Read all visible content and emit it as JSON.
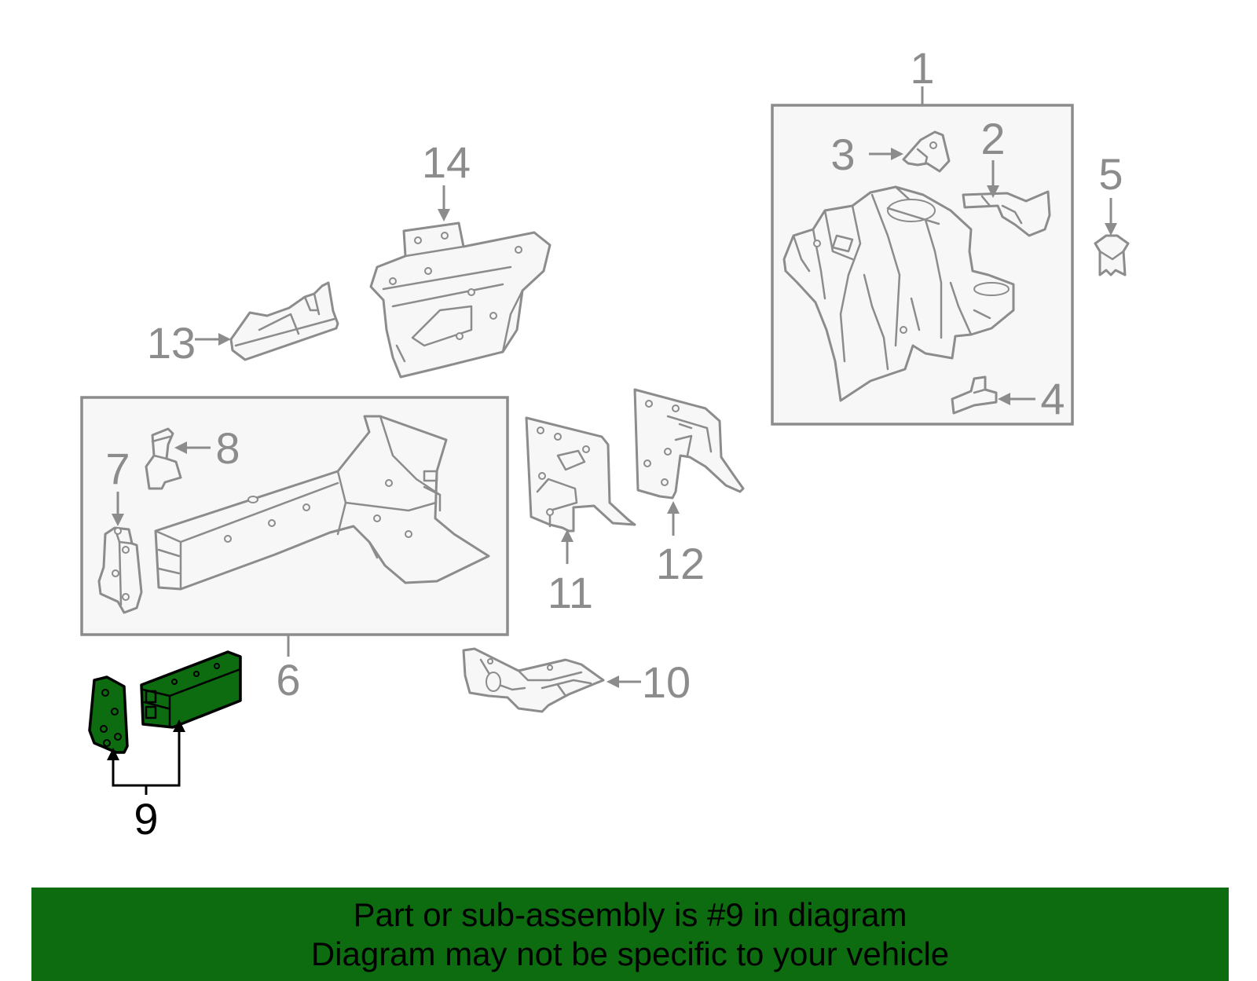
{
  "colors": {
    "line": "#8c8c8c",
    "part_fill": "#f7f7f7",
    "highlight_fill": "#0d6b10",
    "highlight_stroke": "#000000",
    "banner_bg": "#0d6b10",
    "banner_text": "#000000"
  },
  "highlighted_part": "9",
  "callouts": {
    "c1": "1",
    "c2": "2",
    "c3": "3",
    "c4": "4",
    "c5": "5",
    "c6": "6",
    "c7": "7",
    "c8": "8",
    "c9": "9",
    "c10": "10",
    "c11": "11",
    "c12": "12",
    "c13": "13",
    "c14": "14"
  },
  "banner": {
    "line1": "Part or sub-assembly is #9 in diagram",
    "line2": "Diagram may not be specific to your vehicle"
  }
}
